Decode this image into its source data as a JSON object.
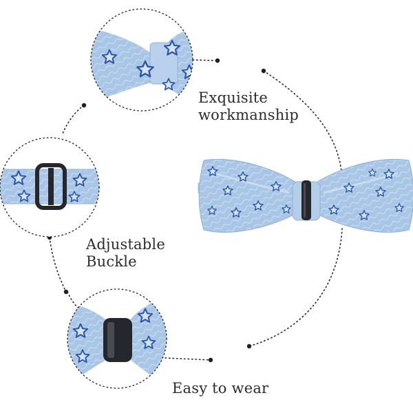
{
  "colors": {
    "fabric": "#a9c6e6",
    "fabric_light": "#c9dcf1",
    "fabric_shadow": "#8fb0d6",
    "star_outline": "#2e58a6",
    "buckle": "#26272c",
    "dotted_line": "#2b2b2b",
    "text": "#2b2b2b"
  },
  "features": [
    {
      "lines": [
        "Exquisite",
        "workmanship"
      ],
      "icon": "bow-center-knot"
    },
    {
      "lines": [
        "Adjustable",
        "Buckle"
      ],
      "icon": "strap-buckle"
    },
    {
      "lines": [
        "Easy to wear"
      ],
      "icon": "bow-clip-buckle"
    }
  ],
  "product": {
    "icon": "bow-tie",
    "pattern": "star-outline",
    "color": "light-blue"
  }
}
